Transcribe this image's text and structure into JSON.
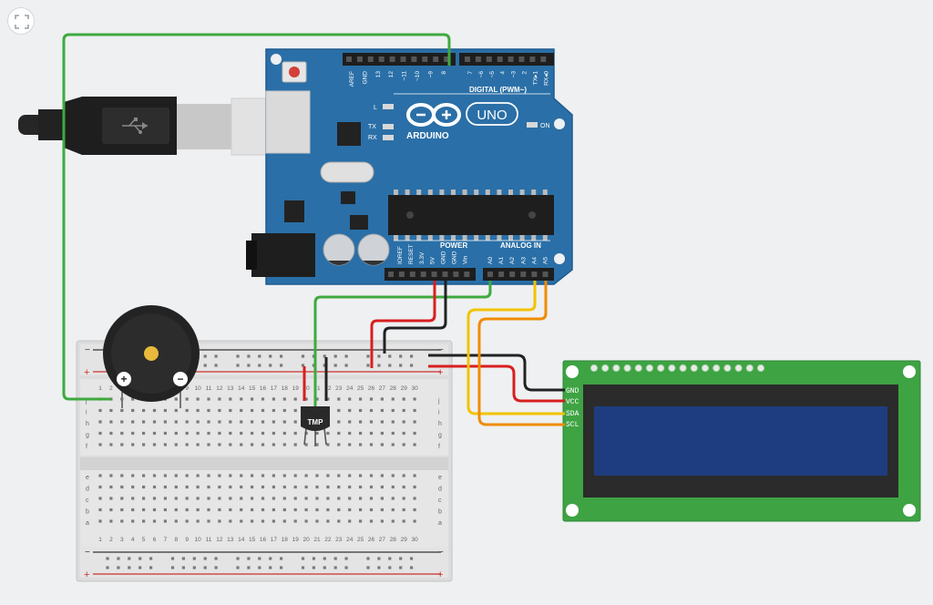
{
  "toolbar": {
    "fullscreen_icon": "expand-icon"
  },
  "arduino": {
    "brand": "ARDUINO",
    "model": "UNO",
    "digital_header": "DIGITAL (PWM~)",
    "power_header": "POWER",
    "analog_header": "ANALOG IN",
    "led_l": "L",
    "led_tx": "TX",
    "led_rx": "RX",
    "led_on": "ON",
    "digital_pins": [
      "AREF",
      "GND",
      "13",
      "12",
      "~11",
      "~10",
      "~9",
      "8",
      "7",
      "~6",
      "~5",
      "4",
      "~3",
      "2",
      "TX▸1",
      "RX◂0"
    ],
    "power_pins": [
      "IOREF",
      "RESET",
      "3.3V",
      "5V",
      "GND",
      "GND",
      "Vin"
    ],
    "analog_pins": [
      "A0",
      "A1",
      "A2",
      "A3",
      "A4",
      "A5"
    ],
    "colors": {
      "board": "#2a6fa7",
      "board_edge": "#1f5c8f",
      "silk": "#ffffff"
    }
  },
  "usb_cable": {
    "icon": "usb-icon"
  },
  "temp_sensor": {
    "label": "TMP"
  },
  "buzzer": {
    "plus": "+",
    "minus": "−"
  },
  "lcd": {
    "pins": [
      "GND",
      "VCC",
      "SDA",
      "SCL"
    ],
    "colors": {
      "pcb": "#3ea343",
      "screen": "#1d3d80",
      "bezel": "#2b2b2b"
    }
  },
  "breadboard": {
    "row_letters_top": [
      "j",
      "i",
      "h",
      "g",
      "f"
    ],
    "row_letters_bottom": [
      "e",
      "d",
      "c",
      "b",
      "a"
    ],
    "column_numbers": [
      "1",
      "2",
      "3",
      "4",
      "5",
      "6",
      "7",
      "8",
      "9",
      "10",
      "11",
      "12",
      "13",
      "14",
      "15",
      "16",
      "17",
      "18",
      "19",
      "20",
      "21",
      "22",
      "23",
      "24",
      "25",
      "26",
      "27",
      "28",
      "29",
      "30"
    ],
    "rail_plus": "+",
    "rail_minus": "−"
  },
  "wire_colors": {
    "green": "#3eaa3e",
    "red": "#d81f1f",
    "black": "#222222",
    "yellow": "#f3c300",
    "orange": "#f08c00"
  }
}
